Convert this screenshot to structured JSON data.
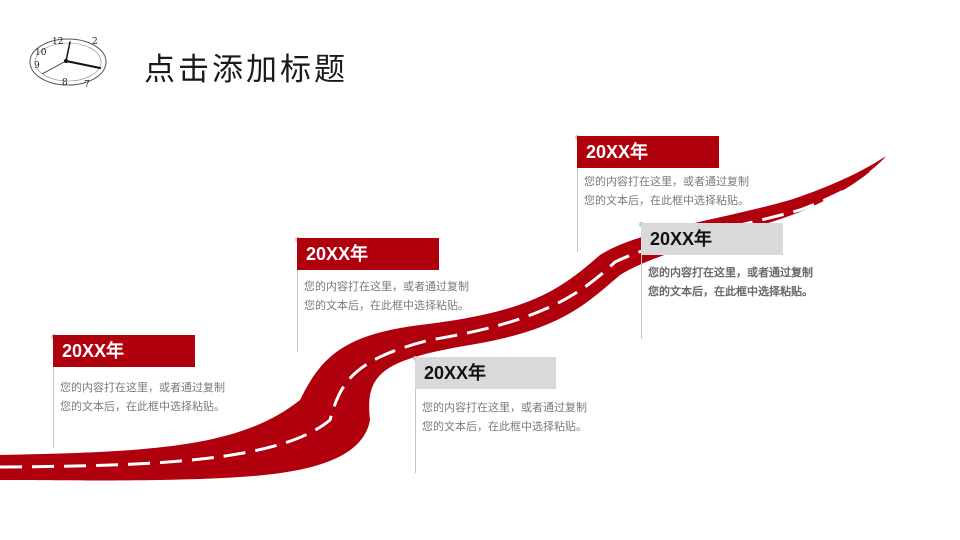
{
  "slide": {
    "title": "点击添加标题",
    "clock_numerals": [
      "12",
      "2",
      "9",
      "10",
      "8",
      "7"
    ],
    "accent_color": "#b0000d",
    "milestones": [
      {
        "year": "20XX年",
        "style": "red",
        "line1": "您的内容打在这里，或者通过复制",
        "line2": "您的文本后，在此框中选择粘贴。"
      },
      {
        "year": "20XX年",
        "style": "red",
        "line1": "您的内容打在这里，或者通过复制",
        "line2": "您的文本后，在此框中选择粘贴。"
      },
      {
        "year": "20XX年",
        "style": "gray",
        "line1": "您的内容打在这里，或者通过复制",
        "line2": "您的文本后，在此框中选择粘贴。"
      },
      {
        "year": "20XX年",
        "style": "red",
        "line1": "您的内容打在这里，或者通过复制",
        "line2": "您的文本后，在此框中选择粘贴。"
      },
      {
        "year": "20XX年",
        "style": "gray",
        "line1": "您的内容打在这里，或者通过复制",
        "line2": "您的文本后，在此框中选择粘贴。"
      }
    ]
  }
}
